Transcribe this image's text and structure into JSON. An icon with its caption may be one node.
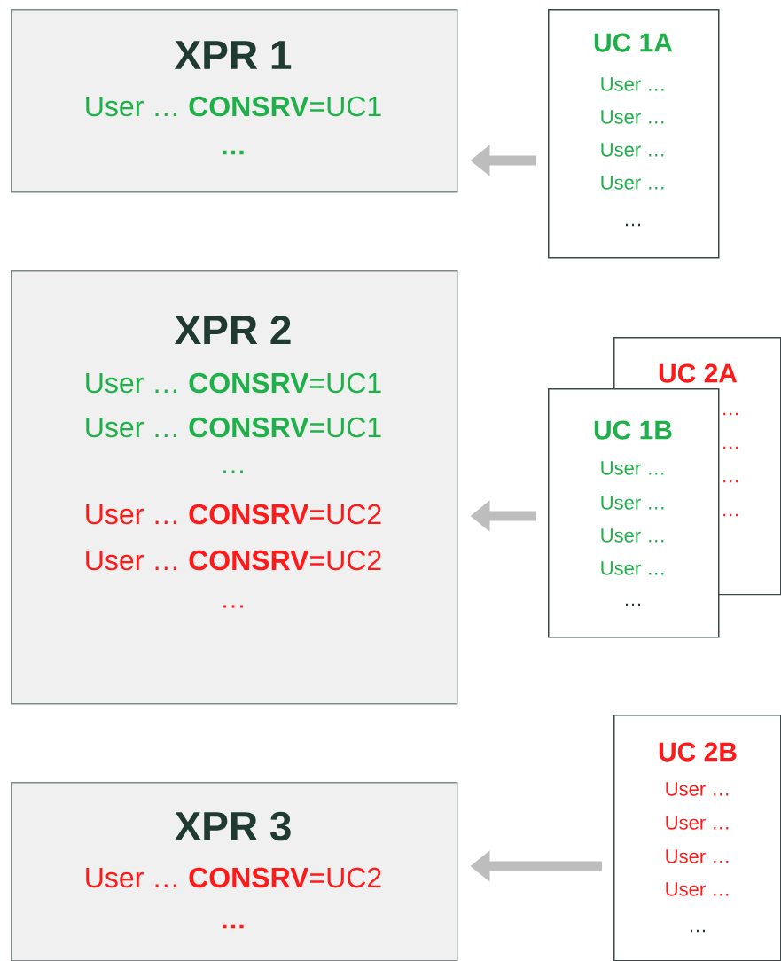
{
  "diagram": {
    "nodes": [
      {
        "text": [
          "XPR 1",
          "User … **CONSRV**=UC1",
          "…"
        ]
      },
      {
        "text": [
          "UC 1A",
          "User …",
          "User …",
          "User …",
          "User …",
          "…"
        ]
      },
      {
        "text": [
          "XPR 2",
          "User … **CONSRV**=UC1",
          "User … **CONSRV**=UC1",
          "…",
          "User … **CONSRV**=UC2",
          "User … **CONSRV**=UC2",
          "…"
        ]
      },
      {
        "text": [
          "UC 2A",
          "…",
          "…",
          "…",
          "…"
        ]
      },
      {
        "text": [
          "UC 1B",
          "User …",
          "User …",
          "User …",
          "User …",
          "…"
        ]
      },
      {
        "text": [
          "UC 2B",
          "User …",
          "User …",
          "User …",
          "User …",
          "…"
        ]
      },
      {
        "text": [
          "XPR 3",
          "User … **CONSRV**=UC2",
          "…"
        ]
      }
    ],
    "edges": [
      {
        "from": 1,
        "to": 0,
        "arrow": "to"
      },
      {
        "from": 4,
        "to": 2,
        "arrow": "to"
      },
      {
        "from": 5,
        "to": 6,
        "arrow": "to"
      }
    ]
  }
}
